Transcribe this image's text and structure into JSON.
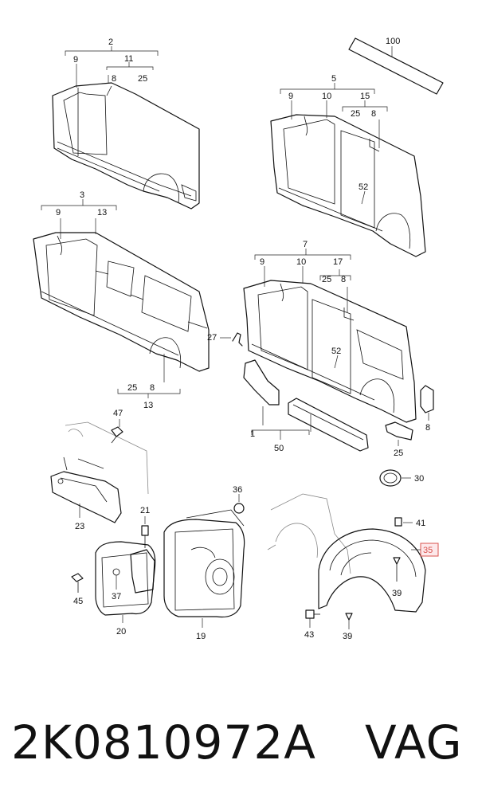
{
  "footer": {
    "part_number": "2K0810972A",
    "brand": "VAG"
  },
  "callouts": {
    "c2": "2",
    "c9a": "9",
    "c11": "11",
    "c8a": "8",
    "c25a": "25",
    "c100": "100",
    "c5": "5",
    "c9b": "9",
    "c10a": "10",
    "c15": "15",
    "c25b": "25",
    "c8b": "8",
    "c52a": "52",
    "c3": "3",
    "c9c": "9",
    "c13a": "13",
    "c25c": "25",
    "c8c": "8",
    "c13b": "13",
    "c7": "7",
    "c9d": "9",
    "c10b": "10",
    "c17": "17",
    "c25d": "25",
    "c8d": "8",
    "c52b": "52",
    "c27": "27",
    "c8e": "8",
    "c25e": "25",
    "c1": "1",
    "c50": "50",
    "c30": "30",
    "c47": "47",
    "c23": "23",
    "c21": "21",
    "c45": "45",
    "c37": "37",
    "c20": "20",
    "c36": "36",
    "c19": "19",
    "c41": "41",
    "c35": "35",
    "c39a": "39",
    "c43": "43",
    "c39b": "39"
  },
  "colors": {
    "highlight_box": "#fde8ea",
    "highlight_text": "#d9534f"
  }
}
